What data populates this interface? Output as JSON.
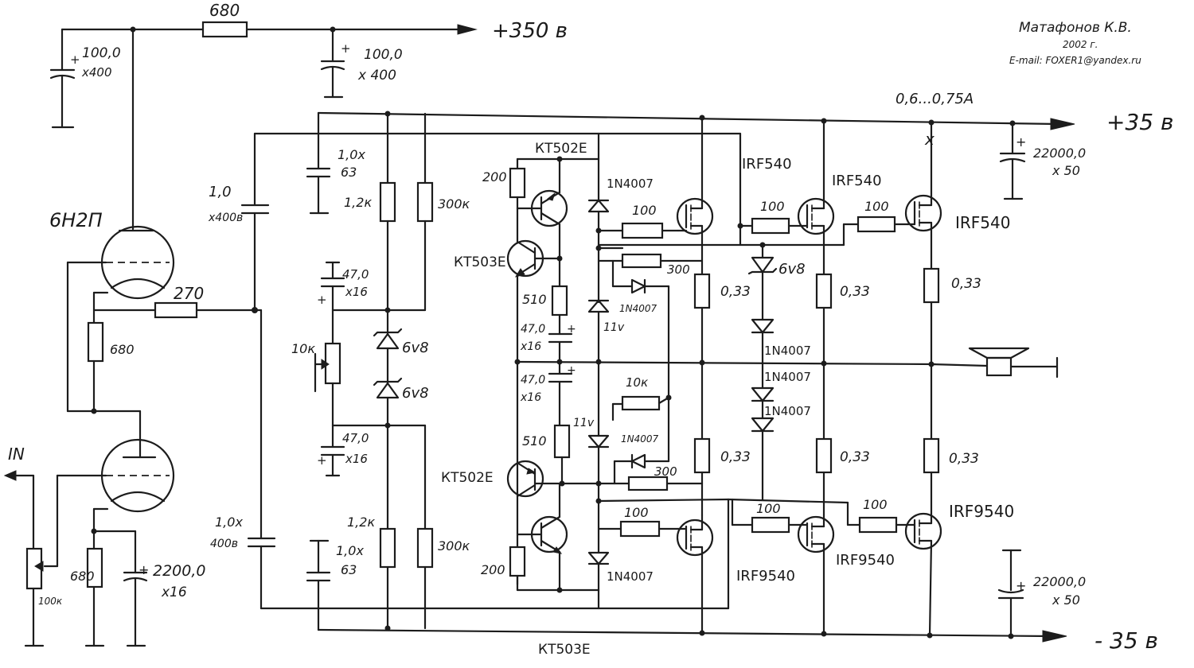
{
  "author": {
    "name": "Матафонов К.В.",
    "year": "2002 г.",
    "email": "E-mail: FOXER1@yandex.ru"
  },
  "rails": {
    "hv": "+350 в",
    "pos": "+35 в",
    "neg": "- 35 в",
    "current": "0,6...0,75А"
  },
  "labels": {
    "in": "IN",
    "tube": "6Н2П",
    "r680_top": "680",
    "c100_left_val": "100,0",
    "c100_left_v": "x400",
    "c100_right_val": "100,0",
    "c100_right_v": "x 400",
    "r270": "270",
    "r680_mid": "680",
    "pot100k": "100к",
    "r680_low": "680",
    "c2200_val": "2200,0",
    "c2200_v": "x16",
    "c1_top_val": "1,0",
    "c1_top_v": "x400в",
    "c1_bot_val": "1,0x",
    "c1_bot_v": "400в",
    "c1_63_top_val": "1,0x",
    "c1_63_top_v": "63",
    "c1_63_bot_val": "1,0x",
    "c1_63_bot_v": "63",
    "r1k2_top": "1,2к",
    "r1k2_bot": "1,2к",
    "r300k_top": "300к",
    "r300k_bot": "300к",
    "c47_top_val": "47,0",
    "c47_top_v": "x16",
    "c47_bot_val": "47,0",
    "c47_bot_v": "x16",
    "pot10k": "10к",
    "z6v8_a": "6v8",
    "z6v8_b": "6v8",
    "kt502_top": "КТ502Е",
    "kt503_top": "КТ503Е",
    "kt502_bot": "КТ502Е",
    "kt503_bot": "КТ503Е",
    "r200_top": "200",
    "r200_bot": "200",
    "r510_top": "510",
    "r510_bot": "510",
    "c47b_top_val": "47,0",
    "c47b_top_v": "x16",
    "c47b_bot_val": "47,0",
    "c47b_bot_v": "x16",
    "d1n4007_top": "1N4007",
    "d1n4007_bot": "1N4007",
    "z11v_top": "11v",
    "z11v_bot": "11v",
    "d1n4007_mid_top": "1N4007",
    "d1n4007_mid_bot": "1N4007",
    "r10k": "10к",
    "r300_top": "300",
    "r300_bot": "300",
    "r100_a": "100",
    "r100_b": "100",
    "r100_c": "100",
    "r100_d": "100",
    "r100_e": "100",
    "r100_f": "100",
    "irf540_a": "IRF540",
    "irf540_b": "IRF540",
    "irf540_c": "IRF540",
    "irf9540_a": "IRF9540",
    "irf9540_b": "IRF9540",
    "irf9540_c": "IRF9540",
    "z6v8_bias": "6v8",
    "d_bias_1": "1N4007",
    "d_bias_2": "1N4007",
    "d_bias_3": "1N4007",
    "r033_1": "0,33",
    "r033_2": "0,33",
    "r033_3": "0,33",
    "r033_4": "0,33",
    "r033_5": "0,33",
    "r033_6": "0,33",
    "c22000_top_val": "22000,0",
    "c22000_top_v": "x 50",
    "c22000_bot_val": "22000,0",
    "c22000_bot_v": "x 50",
    "plus": "+",
    "cross": "x"
  }
}
